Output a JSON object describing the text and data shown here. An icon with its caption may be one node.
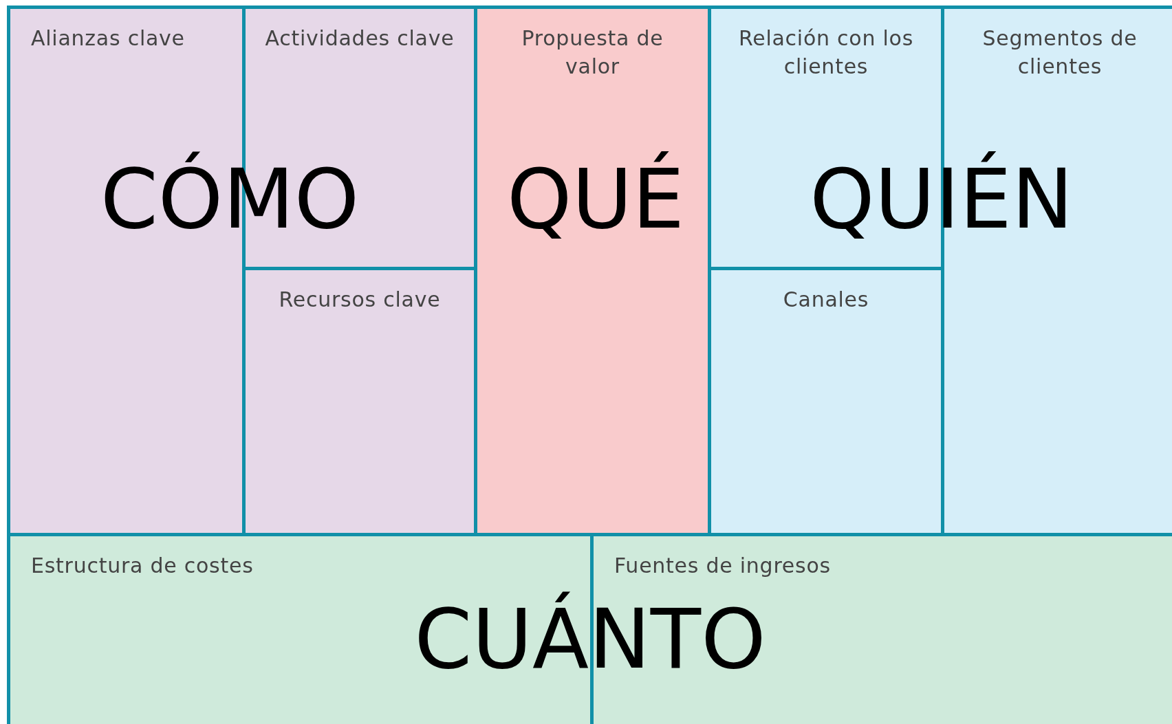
{
  "diagram": {
    "nodes": [
      {
        "text": [
          "Alianzas clave"
        ]
      },
      {
        "text": [
          "Actividades clave"
        ]
      },
      {
        "text": [
          "Recursos clave"
        ]
      },
      {
        "text": [
          "Propuesta de valor"
        ]
      },
      {
        "text": [
          "Relación con los clientes"
        ]
      },
      {
        "text": [
          "Canales"
        ]
      },
      {
        "text": [
          "Segmentos de clientes"
        ]
      },
      {
        "text": [
          "Estructura de costes"
        ]
      },
      {
        "text": [
          "Fuentes de ingresos"
        ]
      }
    ],
    "labels": [
      "CÓMO",
      "QUÉ",
      "QUIÉN",
      "CUÁNTO"
    ]
  }
}
